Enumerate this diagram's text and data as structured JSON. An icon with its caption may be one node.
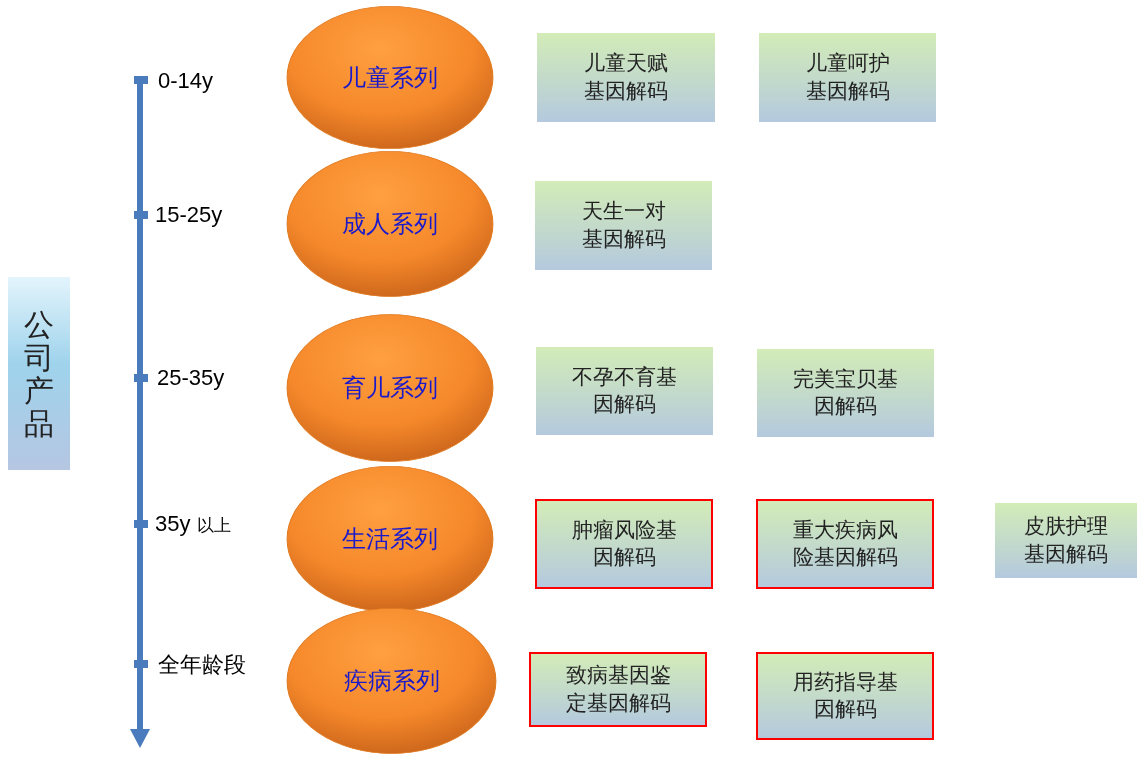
{
  "diagram": {
    "nodes": [
      {
        "text": [
          "公司产品"
        ]
      },
      {
        "text": [
          "儿童系列"
        ]
      },
      {
        "text": [
          "成人系列"
        ]
      },
      {
        "text": [
          "育儿系列"
        ]
      },
      {
        "text": [
          "生活系列"
        ]
      },
      {
        "text": [
          "疾病系列"
        ]
      },
      {
        "text": [
          "儿童天赋基因解码"
        ]
      },
      {
        "text": [
          "儿童呵护基因解码"
        ]
      },
      {
        "text": [
          "天生一对基因解码"
        ]
      },
      {
        "text": [
          "不孕不育基因解码"
        ]
      },
      {
        "text": [
          "完美宝贝基因解码"
        ]
      },
      {
        "text": [
          "肿瘤风险基因解码"
        ]
      },
      {
        "text": [
          "重大疾病风险基因解码"
        ]
      },
      {
        "text": [
          "皮肤护理基因解码"
        ]
      },
      {
        "text": [
          "致病基因鉴定基因解码"
        ]
      },
      {
        "text": [
          "用药指导基因解码"
        ]
      }
    ],
    "edges": [],
    "labels": [
      "0-14y",
      "15-25y",
      "25-35y",
      "35y 以上",
      "全年龄段"
    ]
  }
}
